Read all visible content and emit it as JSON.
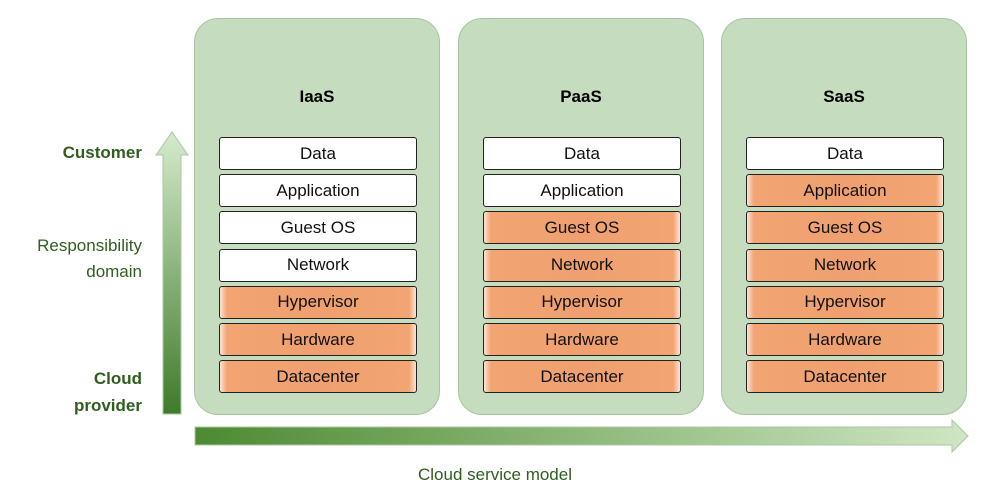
{
  "columns": [
    {
      "title": "IaaS",
      "layers": [
        {
          "label": "Data",
          "managed_by": "customer"
        },
        {
          "label": "Application",
          "managed_by": "customer"
        },
        {
          "label": "Guest OS",
          "managed_by": "customer"
        },
        {
          "label": "Network",
          "managed_by": "customer"
        },
        {
          "label": "Hypervisor",
          "managed_by": "provider"
        },
        {
          "label": "Hardware",
          "managed_by": "provider"
        },
        {
          "label": "Datacenter",
          "managed_by": "provider"
        }
      ]
    },
    {
      "title": "PaaS",
      "layers": [
        {
          "label": "Data",
          "managed_by": "customer"
        },
        {
          "label": "Application",
          "managed_by": "customer"
        },
        {
          "label": "Guest OS",
          "managed_by": "provider"
        },
        {
          "label": "Network",
          "managed_by": "provider"
        },
        {
          "label": "Hypervisor",
          "managed_by": "provider"
        },
        {
          "label": "Hardware",
          "managed_by": "provider"
        },
        {
          "label": "Datacenter",
          "managed_by": "provider"
        }
      ]
    },
    {
      "title": "SaaS",
      "layers": [
        {
          "label": "Data",
          "managed_by": "customer"
        },
        {
          "label": "Application",
          "managed_by": "provider"
        },
        {
          "label": "Guest OS",
          "managed_by": "provider"
        },
        {
          "label": "Network",
          "managed_by": "provider"
        },
        {
          "label": "Hypervisor",
          "managed_by": "provider"
        },
        {
          "label": "Hardware",
          "managed_by": "provider"
        },
        {
          "label": "Datacenter",
          "managed_by": "provider"
        }
      ]
    }
  ],
  "vertical_axis": {
    "top_label": "Customer",
    "middle_label_line1": "Responsibility",
    "middle_label_line2": "domain",
    "bottom_label_line1": "Cloud",
    "bottom_label_line2": "provider"
  },
  "horizontal_axis": {
    "label": "Cloud service model"
  },
  "colors": {
    "panel": "#c5dcbe",
    "customer_layer": "#ffffff",
    "provider_layer": "#f0a070",
    "arrow_dark": "#3f7a2a",
    "arrow_light": "#d6ebcd",
    "label_text": "#2f5e1f"
  }
}
